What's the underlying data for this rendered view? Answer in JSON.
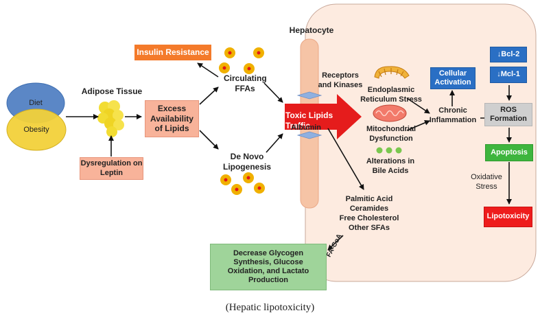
{
  "labels": {
    "hepatocyte": "Hepatocyte",
    "diet": "Diet",
    "obesity": "Obesity",
    "adipose_tissue": "Adipose Tissue",
    "dysregulation": "Dysregulation on Leptin",
    "excess": "Excess Availability of Lipids",
    "insulin_resistance": "Insulin Resistance",
    "circulating_ffas": "Circulating FFAs",
    "de_novo": "De Novo Lipogenesis",
    "receptors": "Receptors and Kinases",
    "toxic_lipids": "Toxic Lipids Traffic",
    "albumin": "Albumin",
    "er_stress": "Endoplasmic Reticulum Stress",
    "mito": "Mitochondrial Dysfunction",
    "bile": "Alterations in Bile Acids",
    "cellular_activation": "Cellular Activation",
    "chronic_inflammation": "Chronic Inflammation",
    "bcl2": "↓Bcl-2",
    "mcl1": "↓Mcl-1",
    "ros": "ROS Formation",
    "apoptosis": "Apoptosis",
    "oxidative_stress": "Oxidative Stress",
    "lipotoxicity": "Lipotoxicity",
    "palmitic": "Palmitic Acid",
    "ceramides": "Ceramides",
    "free_chol": "Free Cholesterol",
    "other_sfas": "Other SFAs",
    "fa_coa": "FA-CoA",
    "decrease": "Decrease Glycogen Synthesis, Glucose Oxidation, and Lactato Production",
    "caption": "(Hepatic lipotoxicity)"
  },
  "colors": {
    "hepatocyte_fill": "#fdebe0",
    "membrane": "#f6c4a6",
    "diet_blue": "#5b87c6",
    "obesity_yellow": "#f2d13a",
    "salmon_box": "#f8b39a",
    "orange_box": "#f47a2a",
    "red_arrow": "#e51c1c",
    "blue_box": "#2a6fc4",
    "gray_box": "#cfcfcf",
    "green_box": "#3eb53e",
    "red_box": "#ee1c1c",
    "light_green": "#9fd49a"
  }
}
